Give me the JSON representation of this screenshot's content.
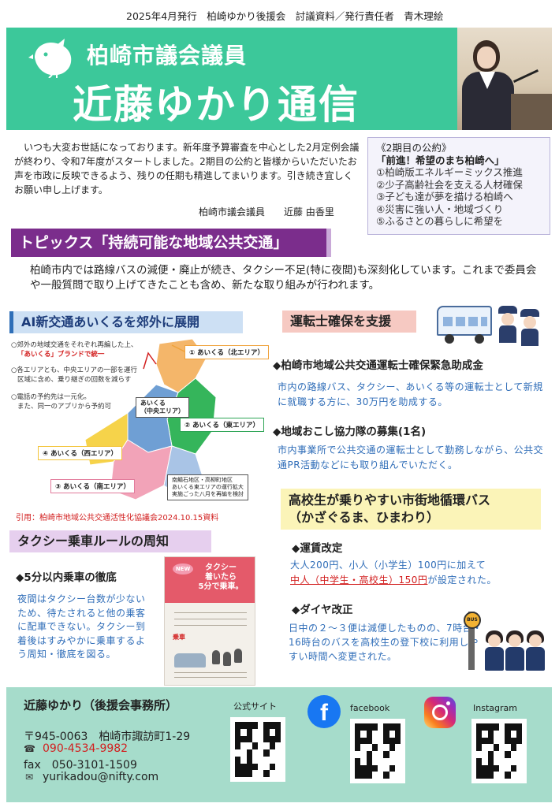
{
  "header": {
    "topline": "2025年4月発行　柏崎ゆかり後援会　討議資料／発行責任者　青木理絵",
    "subtitle": "柏崎市議会議員",
    "title": "近藤ゆかり通信"
  },
  "intro": {
    "text": "いつも大変お世話になっております。新年度予算審査を中心とした2月定例会議が終わり、令和7年度がスタートしました。2期目の公約と皆様からいただいたお声を市政に反映できるよう、残りの任期も精進してまいります。引き続き宜しくお願い申し上げます。",
    "signature": "柏崎市議会議員　　近藤 由香里"
  },
  "pledge": {
    "heading": "《2期目の公約》",
    "slogan": "「前進！希望のまち柏崎へ」",
    "items": [
      "①柏崎版エネルギーミックス推進",
      "②少子高齢社会を支える人材確保",
      "③子ども達が夢を描ける柏崎へ",
      "④災害に強い人・地域づくり",
      "⑤ふるさとの暮らしに希望を"
    ]
  },
  "topics": {
    "title": "トピックス「持続可能な地域公共交通」",
    "desc": "柏崎市内では路線バスの減便・廃止が続き、タクシー不足(特に夜間)も深刻化しています。これまで委員会や一般質問で取り上げてきたことも含め、新たな取り組みが行われます。"
  },
  "ai_section": {
    "title": "AI新交通あいくるを郊外に展開",
    "notes": [
      "○郊外の地域交通をそれぞれ再編した上、",
      "「あいくる」ブランドで統一",
      "○各エリアとも、中央エリアの一部を運行",
      "区域に含め、乗り継ぎの回数を減らす",
      "○電話の予約先は一元化。",
      "また、同一のアプリから予約可"
    ],
    "areas": {
      "north": "① あいくる（北エリア）",
      "east": "② あいくる（東エリア）",
      "central": "あいくる\n（中央エリア）",
      "west": "④ あいくる（西エリア）",
      "south": "③ あいくる（南エリア）",
      "extra": "南鯖石地区・高柳町地区\nあいくる東エリアの運行拡大\n実施ごった八月を再編を検討"
    },
    "citation": "引用：柏崎市地域公共交通活性化協議会2024.10.15資料"
  },
  "driver_section": {
    "title": "運転士確保を支援",
    "h1": "◆柏崎市地域公共交通運転士確保緊急助成金",
    "t1": "市内の路線バス、タクシー、あいくる等の運転士として新規に就職する方に、30万円を助成する。",
    "h2": "◆地域おこし協力隊の募集(1名)",
    "t2": "市内事業所で公共交通の運転士として勤務しながら、公共交通PR活動などにも取り組んでいただく。"
  },
  "taxi_section": {
    "title": "タクシー乗車ルールの周知",
    "h1": "◆5分以内乗車の徹底",
    "t1": "夜間はタクシー台数が少ないため、待たされると他の乗客に配車できない。タクシー到着後はすみやかに乗車するよう周知・徹底を図る。",
    "poster_badge": "NEW",
    "poster_text": "タクシー\n着いたら\n5分で乗車。",
    "poster_label": "乗車"
  },
  "bus_section": {
    "title_line1": "高校生が乗りやすい市街地循環バス",
    "title_line2": "（かざぐるま、ひまわり）",
    "h1": "◆運賃改定",
    "t1_a": "大人200円、小人（小学生）100円に加えて",
    "t1_b": "中人（中学生・高校生）150円",
    "t1_c": "が設定された。",
    "h2": "◆ダイヤ改正",
    "t2": "日中の２～３便は減便したものの、7時台・16時台のバスを高校生の登下校に利用しやすい時間へ変更された。",
    "bus_sign": "BUS"
  },
  "footer": {
    "name": "近藤ゆかり（後援会事務所）",
    "address": "〒945-0063　柏崎市諏訪町1-29",
    "phone": "090-4534-9982",
    "fax": "fax　050-3101-1509",
    "email": "yurikadou@nifty.com",
    "official_label": "公式サイト",
    "facebook_label": "facebook",
    "instagram_label": "Instagram"
  },
  "colors": {
    "header_green": "#3cc89a",
    "topics_purple": "#7b2d8c",
    "accent_red": "#d21f1f",
    "text_blue": "#2f6db8",
    "footer_green": "#a6dccb"
  },
  "icons": [
    "bird-logo-icon",
    "phone-icon",
    "mail-icon",
    "facebook-icon",
    "instagram-icon"
  ]
}
